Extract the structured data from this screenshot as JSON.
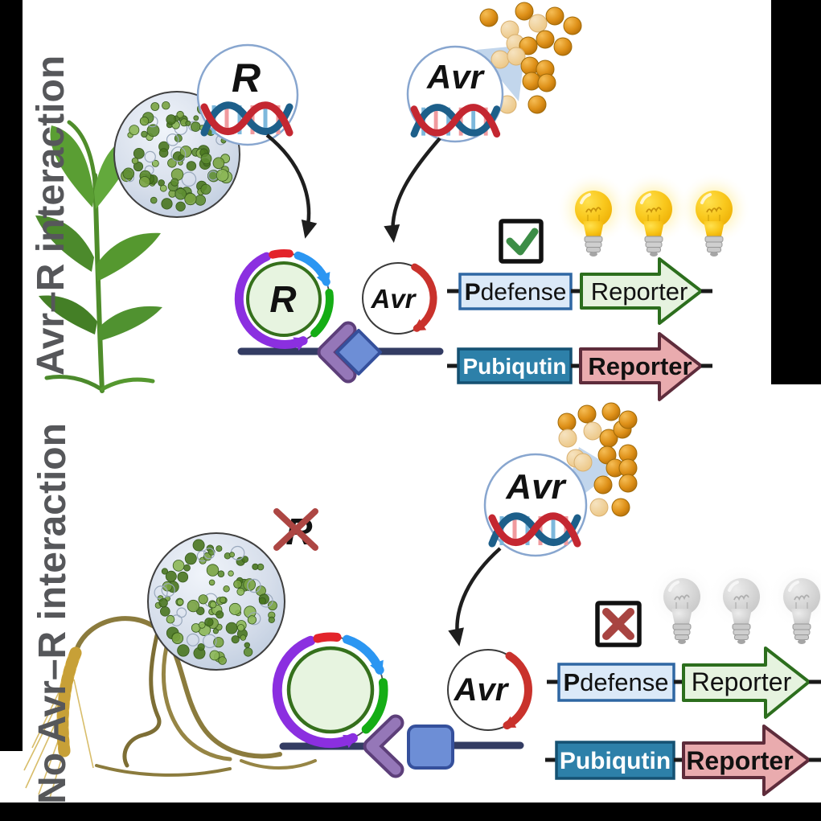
{
  "figure": {
    "type": "scientific-diagram",
    "description": "Protoplast co-transformation reporter assay comparing Avr-R interaction outcomes"
  },
  "top_panel": {
    "side_label": "Avr–R interaction",
    "magnifier_r_label": "R",
    "magnifier_avr_label": "Avr",
    "r_plasmid_label": "R",
    "avr_plasmid_label": "Avr",
    "status_icon": "checkmark",
    "bulbs": {
      "count": 3,
      "state": "on"
    },
    "defense_row": {
      "promoter_prefix": "P",
      "promoter_rest": "defense",
      "reporter": "Reporter"
    },
    "ubiquitin_row": {
      "promoter": "Pubiqutin",
      "reporter": "Reporter"
    }
  },
  "bottom_panel": {
    "side_label": "No Avr–R interaction",
    "magnifier_avr_label": "Avr",
    "crossed_out_gene": "R",
    "avr_plasmid_label": "Avr",
    "status_icon": "cross",
    "bulbs": {
      "count": 3,
      "state": "off"
    },
    "defense_row": {
      "promoter_prefix": "P",
      "promoter_rest": "defense",
      "reporter": "Reporter"
    },
    "ubiquitin_row": {
      "promoter": "Pubiqutin",
      "reporter": "Reporter"
    }
  },
  "colors": {
    "frame": "#000000",
    "side_label": "#56575a",
    "plasmid_backbone_purple": "#8b2fe0",
    "plasmid_segment_red": "#e3242b",
    "plasmid_segment_blue": "#2b96f2",
    "plasmid_segment_green": "#15ad15",
    "plasmid_fill": "#e7f4e0",
    "avr_arc_red": "#c9322c",
    "promoter_defense_fill": "#dbe9f8",
    "promoter_defense_border": "#2f67a3",
    "promoter_ubiquitin_fill": "#2d80a9",
    "reporter_green_fill": "#e6f3df",
    "reporter_green_border": "#2c6e1d",
    "reporter_pink_fill": "#e9abae",
    "reporter_pink_border": "#5e2c3b",
    "bulb_on": "#f7c71c",
    "bulb_off": "#d6d6d6",
    "check_green": "#3c8d46",
    "cross_red": "#a84441",
    "pollen_orange": "#dd8e17",
    "dna_line_navy": "#333c63",
    "receptor_purple": "#8f6bb0",
    "effector_blue": "#6d8ed6"
  },
  "illustration": {
    "pollen_top": [
      [
        608,
        22,
        0
      ],
      [
        634,
        37,
        1
      ],
      [
        652,
        14,
        0
      ],
      [
        669,
        29,
        1
      ],
      [
        690,
        20,
        0
      ],
      [
        712,
        32,
        0
      ],
      [
        641,
        54,
        1
      ],
      [
        657,
        57,
        0
      ],
      [
        678,
        49,
        0
      ],
      [
        700,
        58,
        0
      ],
      [
        622,
        74,
        1
      ],
      [
        642,
        70,
        1
      ],
      [
        659,
        82,
        0
      ],
      [
        678,
        86,
        0
      ],
      [
        661,
        101,
        0
      ],
      [
        680,
        103,
        0
      ],
      [
        631,
        130,
        1
      ],
      [
        668,
        130,
        0
      ]
    ],
    "pollen_bottom": [
      [
        730,
        515,
        0
      ],
      [
        760,
        512,
        0
      ],
      [
        705,
        525,
        0
      ],
      [
        737,
        536,
        1
      ],
      [
        757,
        545,
        0
      ],
      [
        774,
        534,
        0
      ],
      [
        781,
        522,
        0
      ],
      [
        706,
        545,
        1
      ],
      [
        716,
        570,
        1
      ],
      [
        755,
        566,
        0
      ],
      [
        781,
        564,
        0
      ],
      [
        765,
        582,
        0
      ],
      [
        781,
        582,
        0
      ],
      [
        725,
        575,
        1
      ],
      [
        750,
        603,
        0
      ],
      [
        781,
        601,
        0
      ],
      [
        745,
        631,
        1
      ],
      [
        772,
        631,
        0
      ]
    ]
  }
}
